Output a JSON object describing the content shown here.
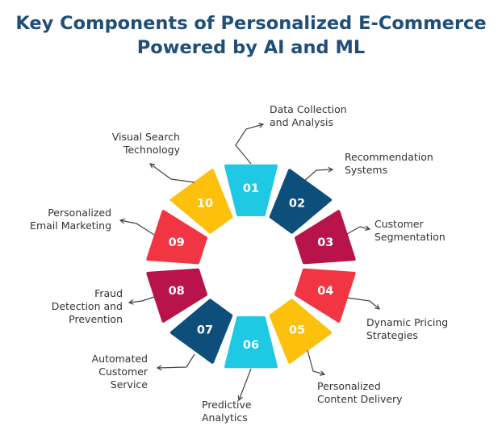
{
  "title": {
    "line1": "Key Components of Personalized E-Commerce",
    "line2": "Powered by AI and ML"
  },
  "components": [
    {
      "number": "01",
      "label": [
        "Data Collection",
        "and Analysis"
      ],
      "color": "#1fc8e3"
    },
    {
      "number": "02",
      "label": [
        "Recommendation",
        "Systems"
      ],
      "color": "#0d4f7a"
    },
    {
      "number": "03",
      "label": [
        "Customer",
        "Segmentation"
      ],
      "color": "#b8134a"
    },
    {
      "number": "04",
      "label": [
        "Dynamic Pricing",
        "Strategies"
      ],
      "color": "#f23543"
    },
    {
      "number": "05",
      "label": [
        "Personalized",
        "Content Delivery"
      ],
      "color": "#fcc00d"
    },
    {
      "number": "06",
      "label": [
        "Predictive",
        "Analytics"
      ],
      "color": "#1fc8e3"
    },
    {
      "number": "07",
      "label": [
        "Automated",
        "Customer",
        "Service"
      ],
      "color": "#0d4f7a"
    },
    {
      "number": "08",
      "label": [
        "Fraud",
        "Detection and",
        "Prevention"
      ],
      "color": "#b8134a"
    },
    {
      "number": "09",
      "label": [
        "Personalized",
        "Email Marketing"
      ],
      "color": "#f23543"
    },
    {
      "number": "10",
      "label": [
        "Visual Search",
        "Technology"
      ],
      "color": "#fcc00d"
    }
  ]
}
